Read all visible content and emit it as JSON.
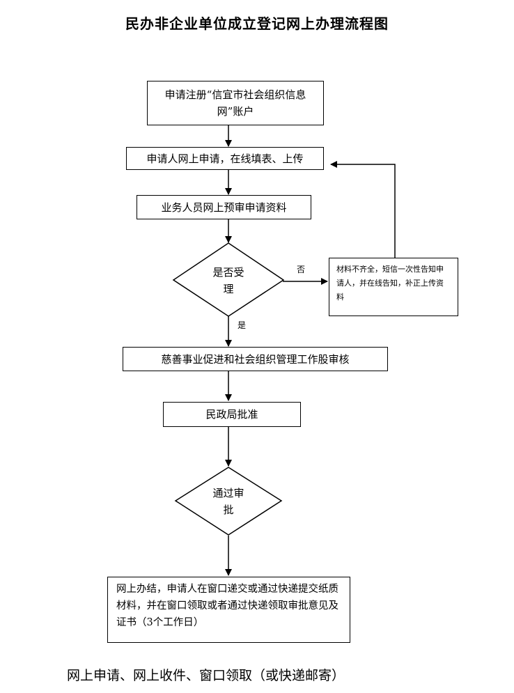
{
  "title": "民办非企业单位成立登记网上办理流程图",
  "steps": {
    "register": "申请注册“信宜市社会组织信息网”账户",
    "apply_online": "申请人网上申请，在线填表、上传",
    "pre_review": "业务人员网上预审申请资料",
    "accept_decision": "是否受理",
    "reject_note": "材料不齐全，短信一次性告知申请人，并在线告知，补正上传资料",
    "review": "慈善事业促进和社会组织管理工作股审核",
    "approve": "民政局批准",
    "pass_decision": "通过审批",
    "finish": "网上办结，申请人在窗口递交或通过快递提交纸质材料，并在窗口领取或者通过快递领取审批意见及证书（3个工作日）"
  },
  "labels": {
    "no": "否",
    "yes": "是"
  },
  "footer": "网上申请、网上收件、窗口领取（或快递邮寄）"
}
